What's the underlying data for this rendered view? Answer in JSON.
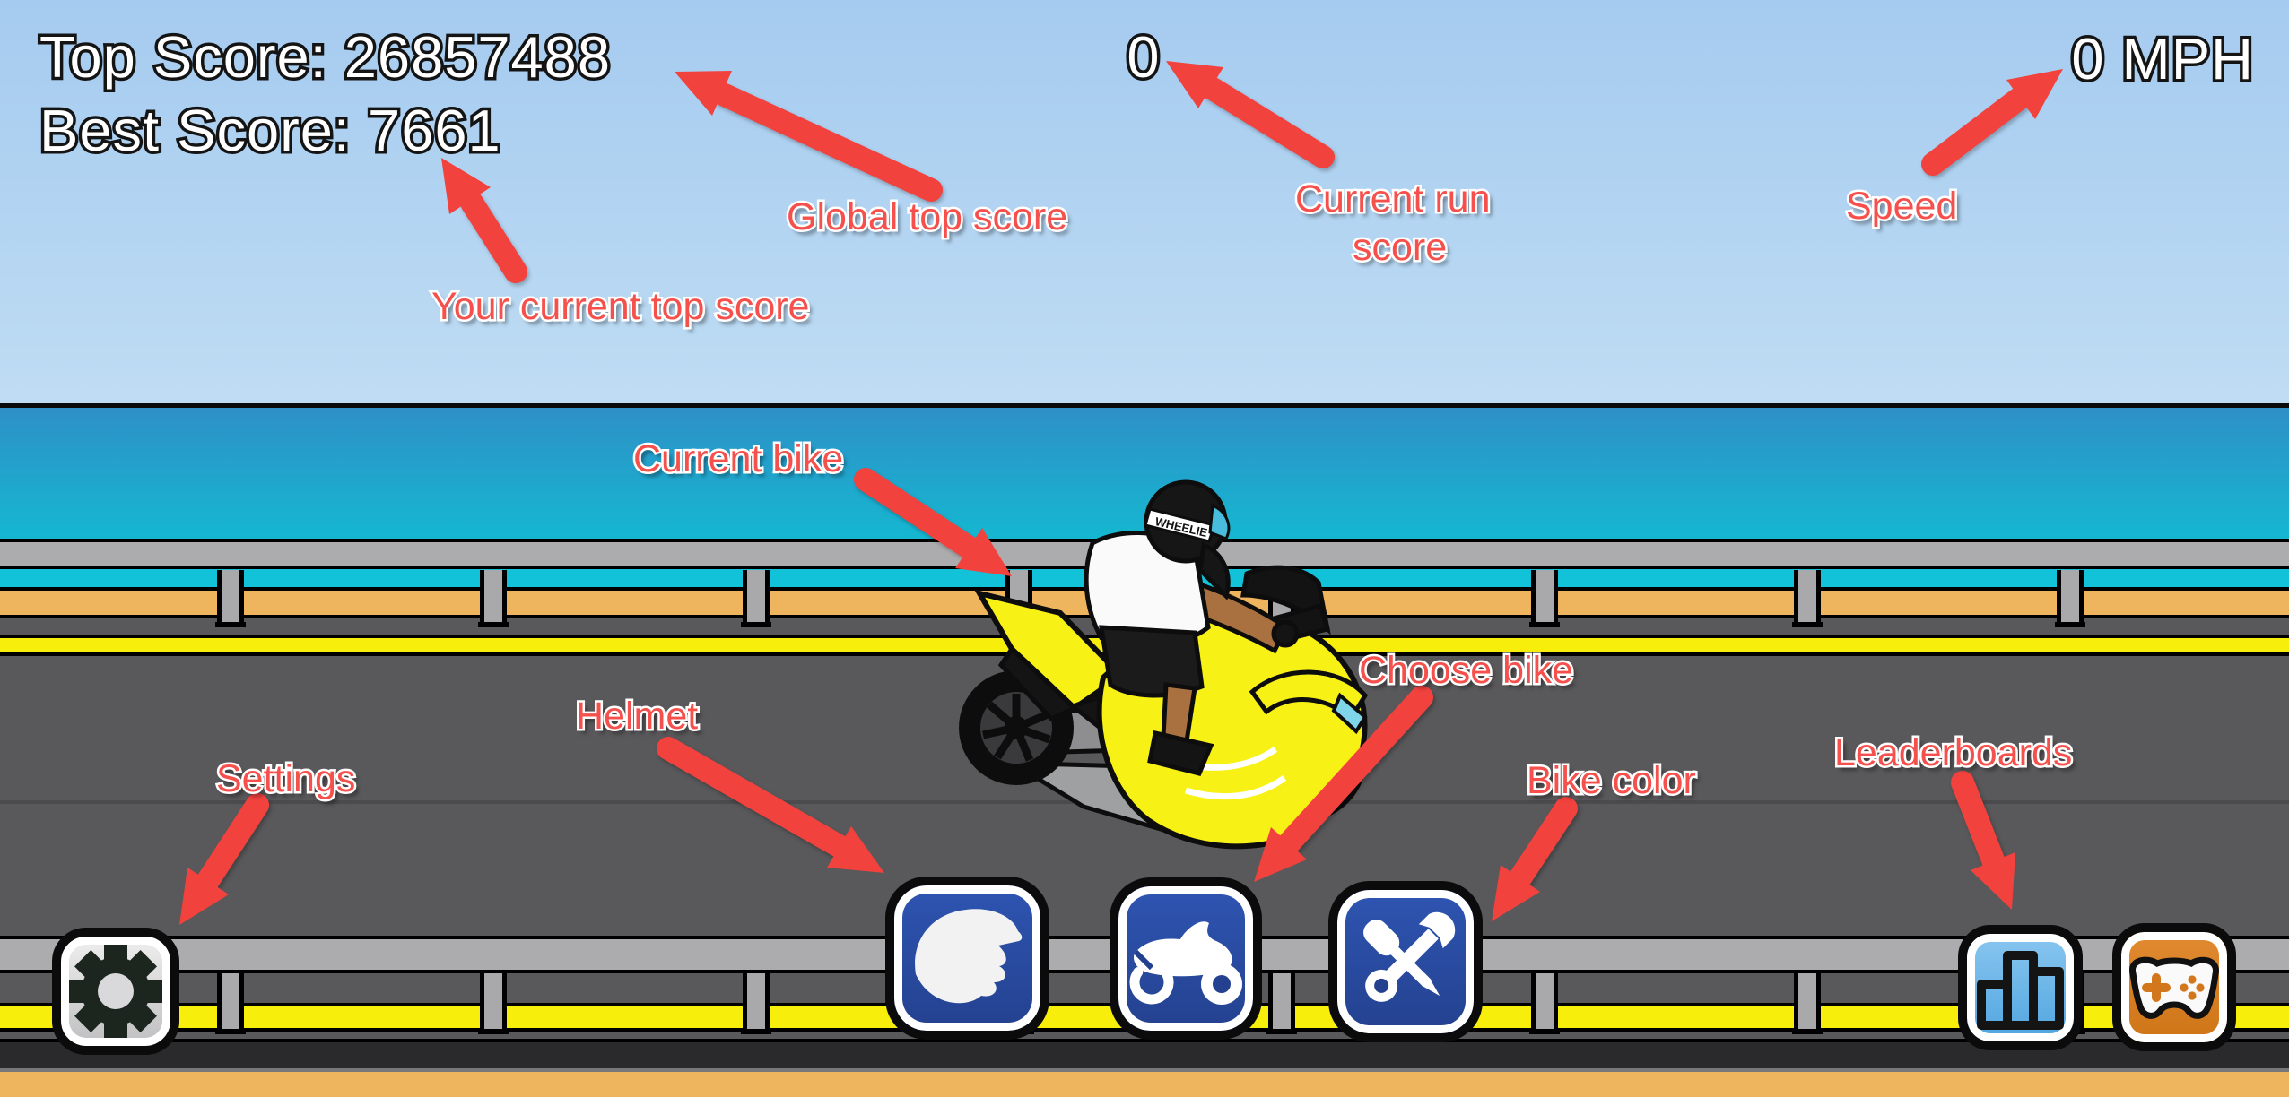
{
  "hud": {
    "top_score": "Top Score: 26857488",
    "best_score": "Best Score: 7661",
    "current_score": "0",
    "speed": "0 MPH"
  },
  "annotations": {
    "global_top_score": "Global top score",
    "your_current_top_score": "Your current top score",
    "current_run_line1": "Current run",
    "current_run_line2": "score",
    "speed": "Speed",
    "current_bike": "Current bike",
    "helmet": "Helmet",
    "settings": "Settings",
    "choose_bike": "Choose bike",
    "bike_color": "Bike color",
    "leaderboards": "Leaderboards"
  },
  "scene": {
    "helmet_text": "WHEELIE"
  },
  "colors": {
    "annotation_red": "#F2423E",
    "label_red": "#F6504C",
    "sky_top": "#A5CBF0",
    "sky_bottom": "#BFDCF3",
    "ocean_top": "#2E90C7",
    "ocean_bottom": "#15B7D1",
    "teal_band": "#12C2D9",
    "sand": "#EFB55E",
    "road": "#59585A",
    "rail": "#ACABAD",
    "lane_yellow": "#F8EE0C",
    "bike_yellow": "#F7F115"
  }
}
